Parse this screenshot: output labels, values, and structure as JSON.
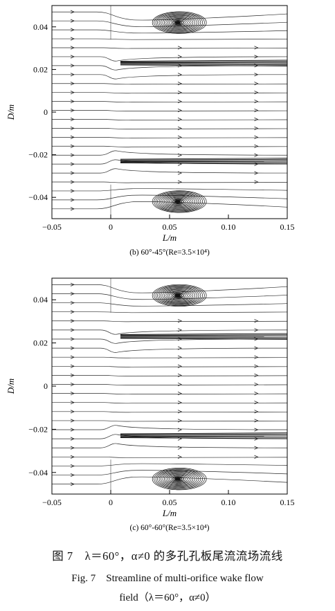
{
  "panels": [
    {
      "id": "b",
      "xlabel": "L/m",
      "ylabel": "D/m",
      "xticks": [
        "−0.05",
        "0",
        "0.05",
        "0.10",
        "0.15"
      ],
      "yticks": [
        "0.04",
        "0.02",
        "0",
        "−0.02",
        "−0.04"
      ],
      "caption": "(b) 60°-45°(Re=3.5×10⁴)"
    },
    {
      "id": "c",
      "xlabel": "L/m",
      "ylabel": "D/m",
      "xticks": [
        "−0.05",
        "0",
        "0.05",
        "0.10",
        "0.15"
      ],
      "yticks": [
        "0.04",
        "0.02",
        "0",
        "−0.02",
        "−0.04"
      ],
      "caption": "(c) 60°-60°(Re=3.5×10⁴)"
    }
  ],
  "figure_caption": {
    "cn": "图 7　λ＝60°，α≠0 的多孔孔板尾流流场流线",
    "en_line1": "Fig. 7　Streamline of multi-orifice wake flow",
    "en_line2": "field（λ＝60°，α≠0）"
  },
  "chart_data": [
    {
      "type": "streamline",
      "xlabel": "L/m",
      "ylabel": "D/m",
      "xlim": [
        -0.05,
        0.15
      ],
      "ylim": [
        -0.05,
        0.05
      ],
      "xticks": [
        -0.05,
        0,
        0.05,
        0.1,
        0.15
      ],
      "yticks": [
        0.04,
        0.02,
        0,
        -0.02,
        -0.04
      ],
      "vortices": [
        {
          "x": 0.057,
          "y": 0.042
        },
        {
          "x": 0.057,
          "y": -0.042
        }
      ],
      "orifice_plate_x": 0.0,
      "caption": "(b) 60°-45°(Re=3.5×10⁴)"
    },
    {
      "type": "streamline",
      "xlabel": "L/m",
      "ylabel": "D/m",
      "xlim": [
        -0.05,
        0.15
      ],
      "ylim": [
        -0.05,
        0.05
      ],
      "xticks": [
        -0.05,
        0,
        0.05,
        0.1,
        0.15
      ],
      "yticks": [
        0.04,
        0.02,
        0,
        -0.02,
        -0.04
      ],
      "vortices": [
        {
          "x": 0.057,
          "y": 0.042
        },
        {
          "x": 0.057,
          "y": -0.043
        }
      ],
      "orifice_plate_x": 0.0,
      "caption": "(c) 60°-60°(Re=3.5×10⁴)"
    }
  ]
}
